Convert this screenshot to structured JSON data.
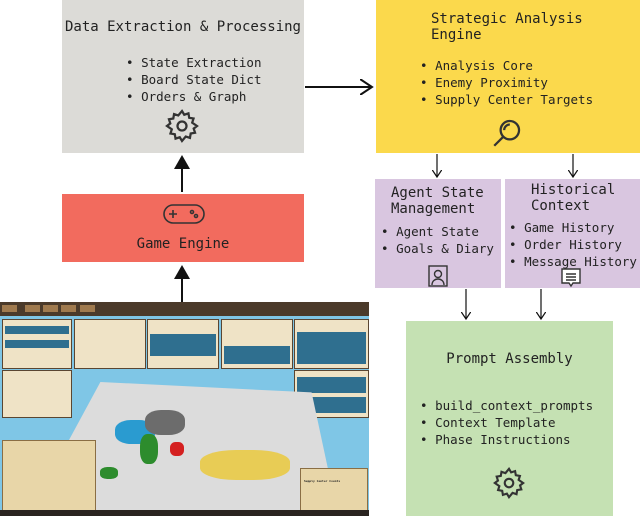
{
  "data_extraction": {
    "title": "Data Extraction & Processing",
    "items": [
      "State Extraction",
      "Board State Dict",
      "Orders & Graph"
    ],
    "icon": "gear-icon",
    "color": "#dcdbd7"
  },
  "strategic_analysis": {
    "title": "Strategic Analysis Engine",
    "items": [
      "Analysis Core",
      "Enemy Proximity",
      "Supply Center Targets"
    ],
    "icon": "magnifier-icon",
    "color": "#fbd94c"
  },
  "game_engine": {
    "title": "Game Engine",
    "icon": "gamepad-icon",
    "color": "#f26b5e"
  },
  "agent_state": {
    "title": "Agent State Management",
    "items": [
      "Agent State",
      "Goals & Diary"
    ],
    "icon": "user-badge-icon",
    "color": "#d9c6e0"
  },
  "historical_context": {
    "title": "Historical Context",
    "items": [
      "Game History",
      "Order History",
      "Message History"
    ],
    "icon": "message-icon",
    "color": "#d9c6e0"
  },
  "prompt_assembly": {
    "title": "Prompt Assembly",
    "items": [
      "build_context_prompts",
      "Context Template",
      "Phase Instructions"
    ],
    "icon": "gear-icon",
    "color": "#c5e1b3"
  },
  "screenshot": {
    "panel_title": "Supply Center Counts"
  }
}
